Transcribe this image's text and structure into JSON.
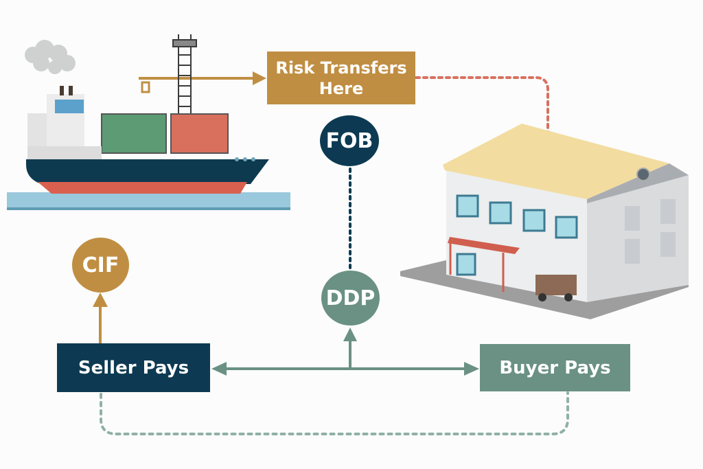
{
  "diagram": {
    "risk_box": {
      "line1": "Risk Transfers",
      "line2": "Here"
    },
    "nodes": {
      "fob": "FOB",
      "cif": "CIF",
      "ddp": "DDP"
    },
    "seller_box": "Seller Pays",
    "buyer_box": "Buyer Pays",
    "illustrations": {
      "ship": "container-ship",
      "warehouse": "warehouse"
    },
    "colors": {
      "navy": "#0d3a52",
      "gold": "#c08e42",
      "sage": "#6a9183",
      "coral": "#d9705e"
    }
  }
}
